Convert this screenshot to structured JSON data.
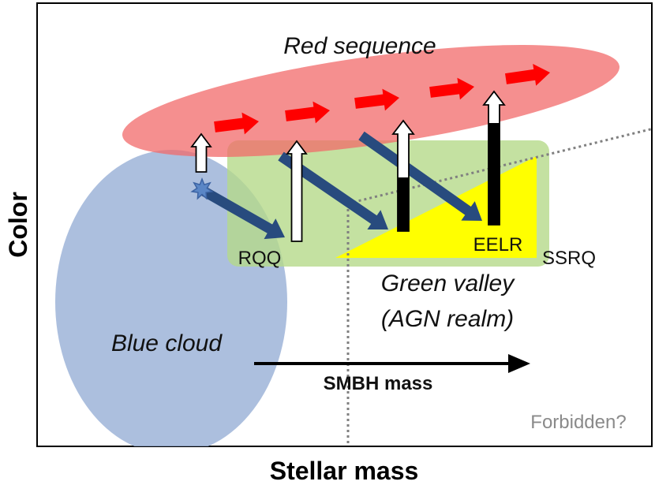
{
  "axes": {
    "x_label": "Stellar mass",
    "y_label": "Color"
  },
  "regions": {
    "red_sequence": "Red sequence",
    "blue_cloud": "Blue cloud",
    "green_valley_line1": "Green valley",
    "green_valley_line2": "(AGN realm)"
  },
  "labels": {
    "rqq": "RQQ",
    "eelr": "EELR",
    "ssrq": "SSRQ",
    "smbh_mass": "SMBH mass",
    "forbidden": "Forbidden?"
  },
  "colors": {
    "red_sequence": "#f26a6a",
    "blue_cloud": "#9db4d8",
    "green_valley": "#b5d98a",
    "forbidden_zone": "#ffff00",
    "migration_arrow": "#284b7e",
    "red_arrow": "#ff0000",
    "divider_line": "#808080"
  },
  "icons": {
    "star": "star-icon",
    "upward_arrows": "hollow-up-arrow-icon"
  }
}
